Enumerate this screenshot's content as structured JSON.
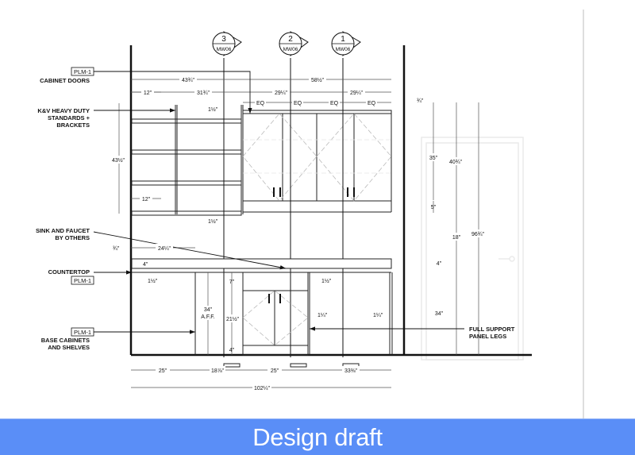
{
  "drawing": {
    "type": "millwork elevation",
    "section_markers": [
      {
        "number": "3",
        "sheet": "MW06"
      },
      {
        "number": "2",
        "sheet": "MW06"
      },
      {
        "number": "1",
        "sheet": "MW06"
      }
    ],
    "callouts": {
      "cabinet_doors": {
        "tag": "PLM-1",
        "text": "CABINET DOORS"
      },
      "standards": {
        "line1": "K&V HEAVY DUTY",
        "line2": "STANDARDS +",
        "line3": "BRACKETS"
      },
      "sink": {
        "line1": "SINK AND FAUCET",
        "line2": "BY OTHERS"
      },
      "countertop": {
        "text": "COUNTERTOP",
        "tag": "PLM-1"
      },
      "base_cabinets": {
        "tag": "PLM-1",
        "line1": "BASE CABINETS",
        "line2": "AND SHELVES"
      },
      "panel_legs": {
        "line1": "FULL SUPPORT",
        "line2": "PANEL LEGS"
      }
    },
    "dimensions": {
      "top_overall_left": "43¾\"",
      "top_overall_right": "58½\"",
      "shelf_depth_top": "12\"",
      "shelf_span": "31¾\"",
      "upper_left_width": "29¼\"",
      "upper_right_width": "29¼\"",
      "eq": "EQ",
      "shelf_thickness_top": "1½\"",
      "shelf_thickness_bottom": "1½\"",
      "shelving_height": "43½\"",
      "shelf_depth_bottom": "12\"",
      "top_reveal": "¾\"",
      "upper_cab_height": "35\"",
      "upper_cab_bottom": "5\"",
      "upper_overall": "40¾\"",
      "overall_height": "96¾\"",
      "backsplash_gap": "18\"",
      "counter_backsplash": "4\"",
      "base_height_right": "34\"",
      "side_reveal": "¾\"",
      "counter_return": "24¼\"",
      "counter_edge": "4\"",
      "counter_thickness_left": "1½\"",
      "counter_thickness_mid": "1½\"",
      "counter_aff": "34\"",
      "aff_label": "A.F.F.",
      "sink_apron": "7\"",
      "sink_cab_height": "21½\"",
      "toe_kick": "4\"",
      "leg_offset_left": "1¼\"",
      "leg_offset_right": "1¼\"",
      "bottom_segments": [
        "25\"",
        "18⅞\"",
        "25\"",
        "33⅜\""
      ],
      "bottom_overall": "102¼\""
    }
  },
  "banner": {
    "text": "Design draft",
    "color": "#5a8ef7"
  }
}
